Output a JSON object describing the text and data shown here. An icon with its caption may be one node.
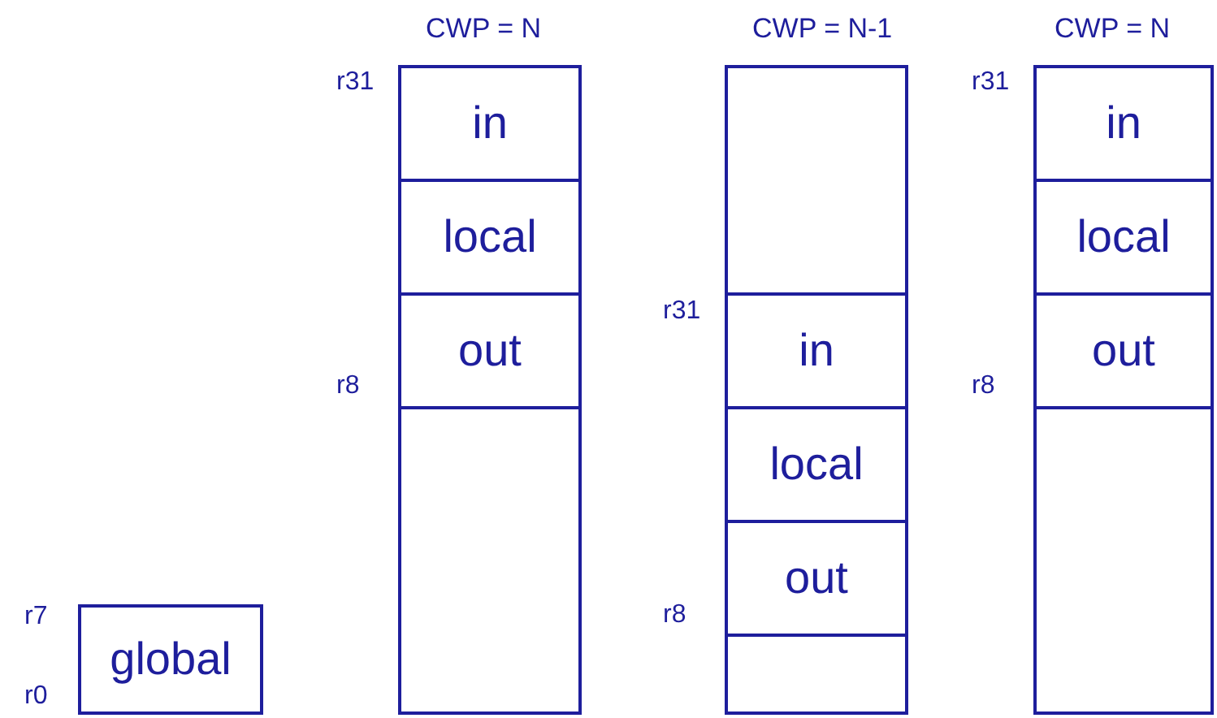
{
  "diagram": {
    "nodes": [
      {
        "text": [
          "in"
        ]
      },
      {
        "text": [
          "local"
        ]
      },
      {
        "text": [
          "out"
        ]
      },
      {
        "text": [],
        "shape": "box"
      },
      {
        "text": [],
        "shape": "box"
      },
      {
        "text": [
          "in"
        ]
      },
      {
        "text": [
          "local"
        ]
      },
      {
        "text": [
          "out"
        ]
      },
      {
        "text": [],
        "shape": "box"
      },
      {
        "text": [
          "in"
        ]
      },
      {
        "text": [
          "local"
        ]
      },
      {
        "text": [
          "out"
        ]
      },
      {
        "text": [],
        "shape": "box"
      },
      {
        "text": [
          "global"
        ]
      }
    ],
    "edges": [],
    "labels": [
      "CWP = N",
      "CWP = N-1",
      "CWP = N",
      "r31",
      "r31",
      "r31",
      "r8",
      "r8",
      "r7",
      "r8",
      "r0"
    ]
  }
}
